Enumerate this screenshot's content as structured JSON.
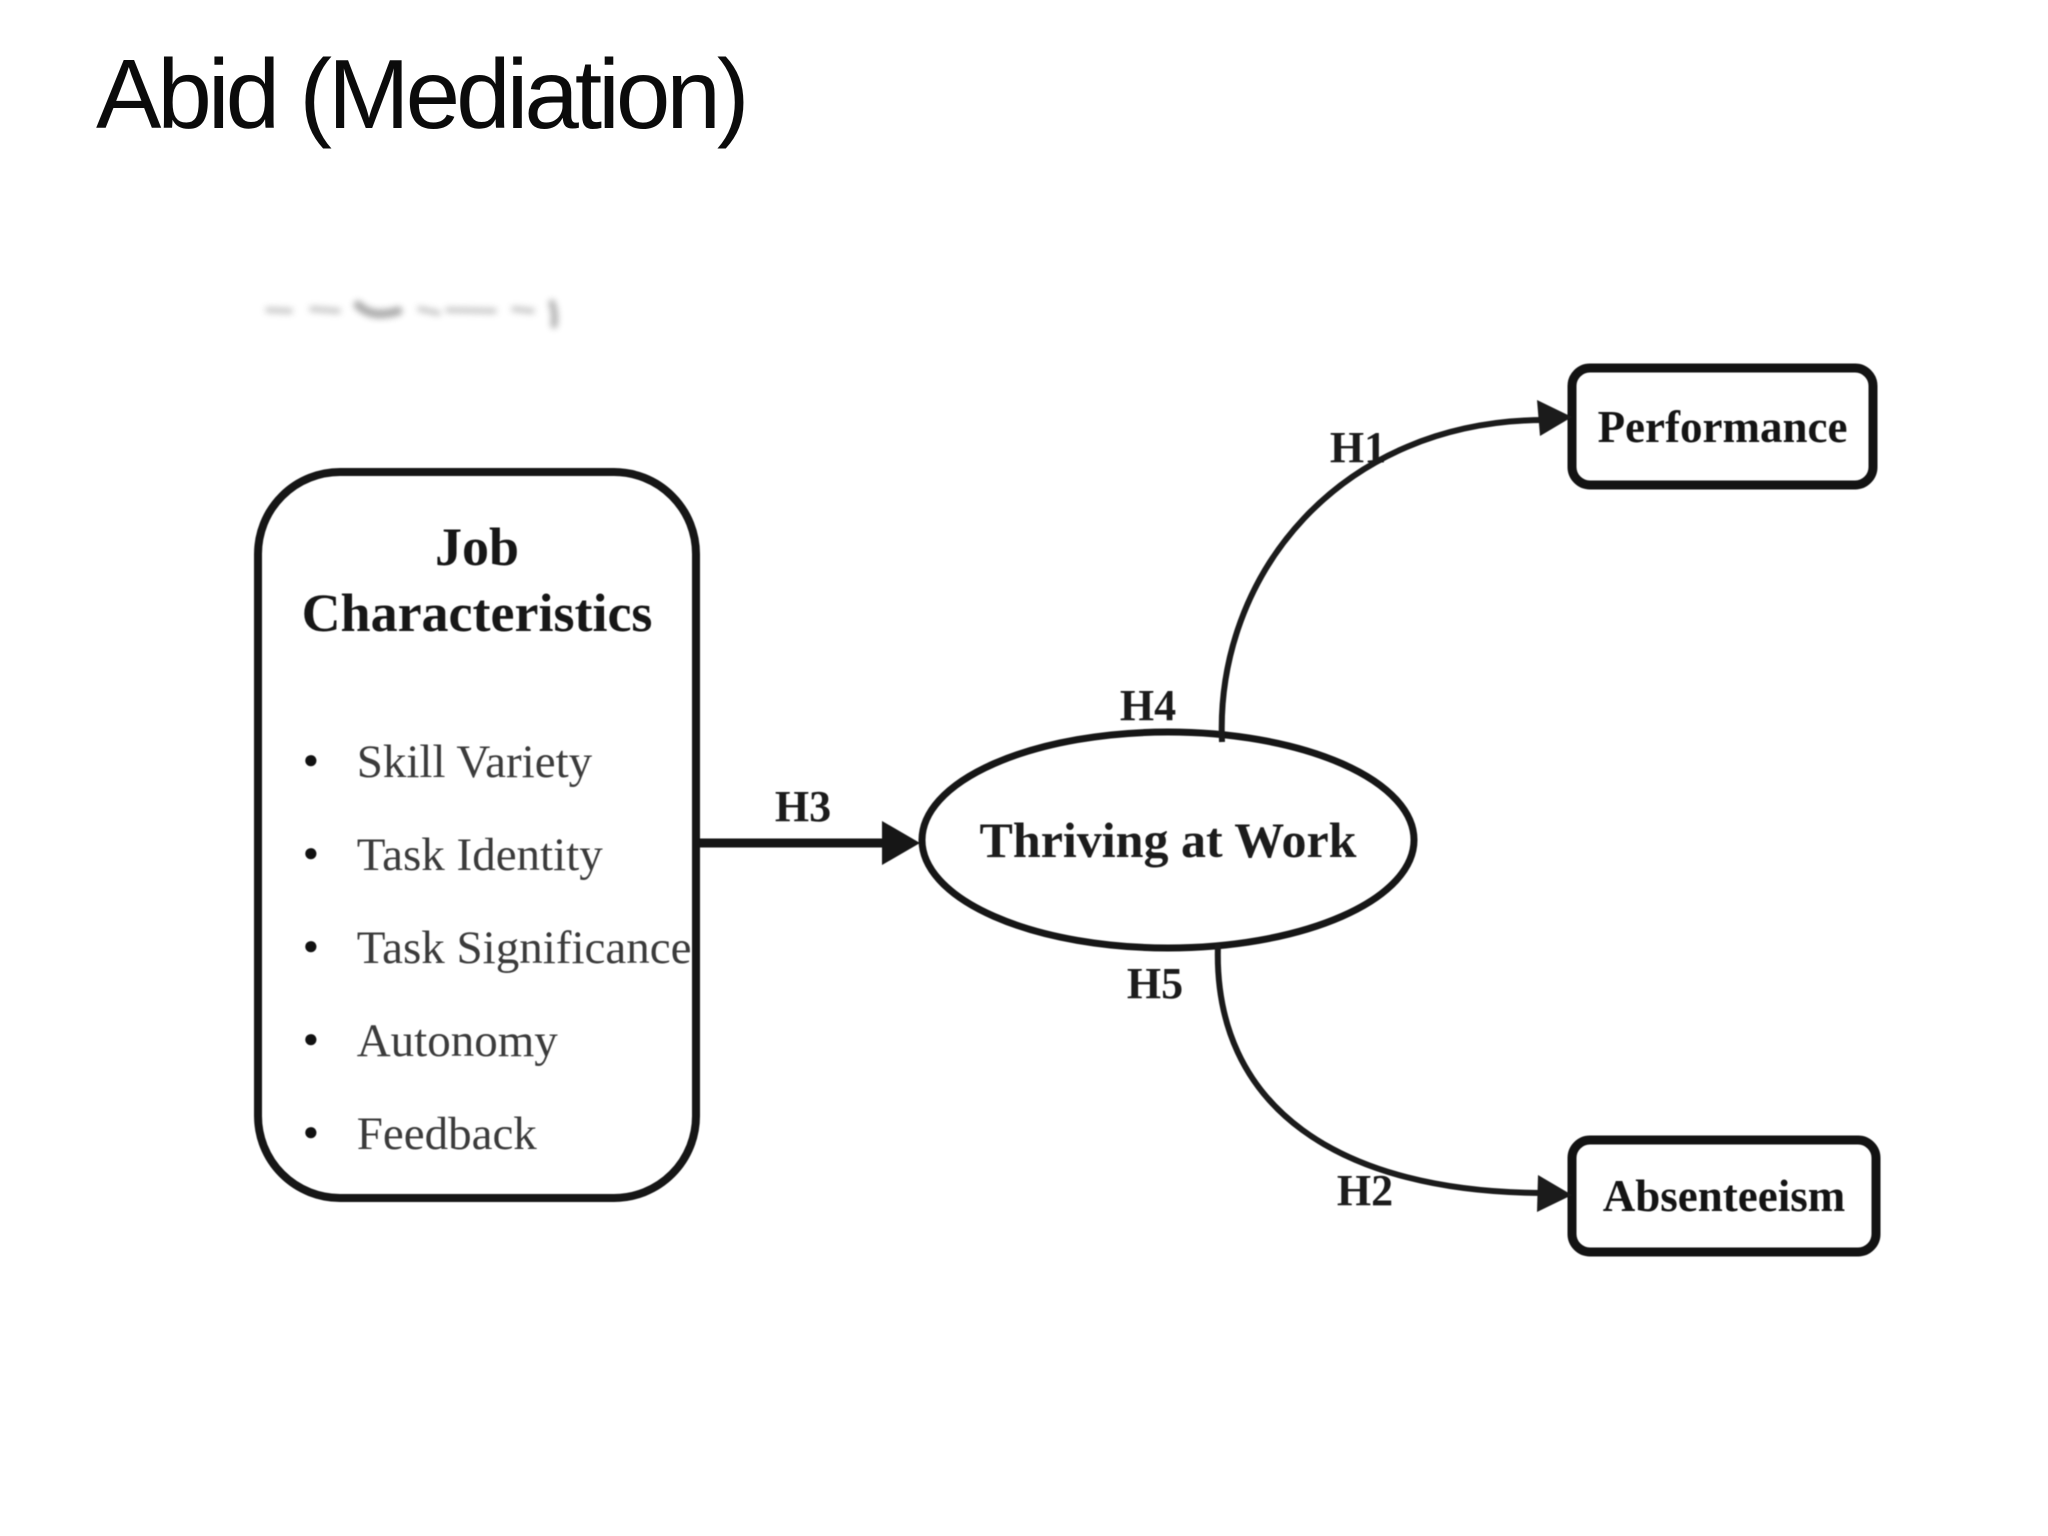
{
  "slide": {
    "title": "Abid (Mediation)"
  },
  "diagram": {
    "predictor_box": {
      "title": "Job Characteristics",
      "items": [
        "Skill Variety",
        "Task Identity",
        "Task Significance",
        "Autonomy",
        "Feedback"
      ]
    },
    "mediator_ellipse": {
      "label": "Thriving at Work"
    },
    "outcome_boxes": {
      "performance": "Performance",
      "absenteeism": "Absenteeism"
    },
    "path_labels": {
      "h1": "H1",
      "h2": "H2",
      "h3": "H3",
      "h4": "H4",
      "h5": "H5"
    },
    "colors": {
      "ink": "#161616",
      "bullet_text": "#3b3b3b",
      "background": "#ffffff"
    }
  },
  "icons": {
    "bullet": "●"
  }
}
